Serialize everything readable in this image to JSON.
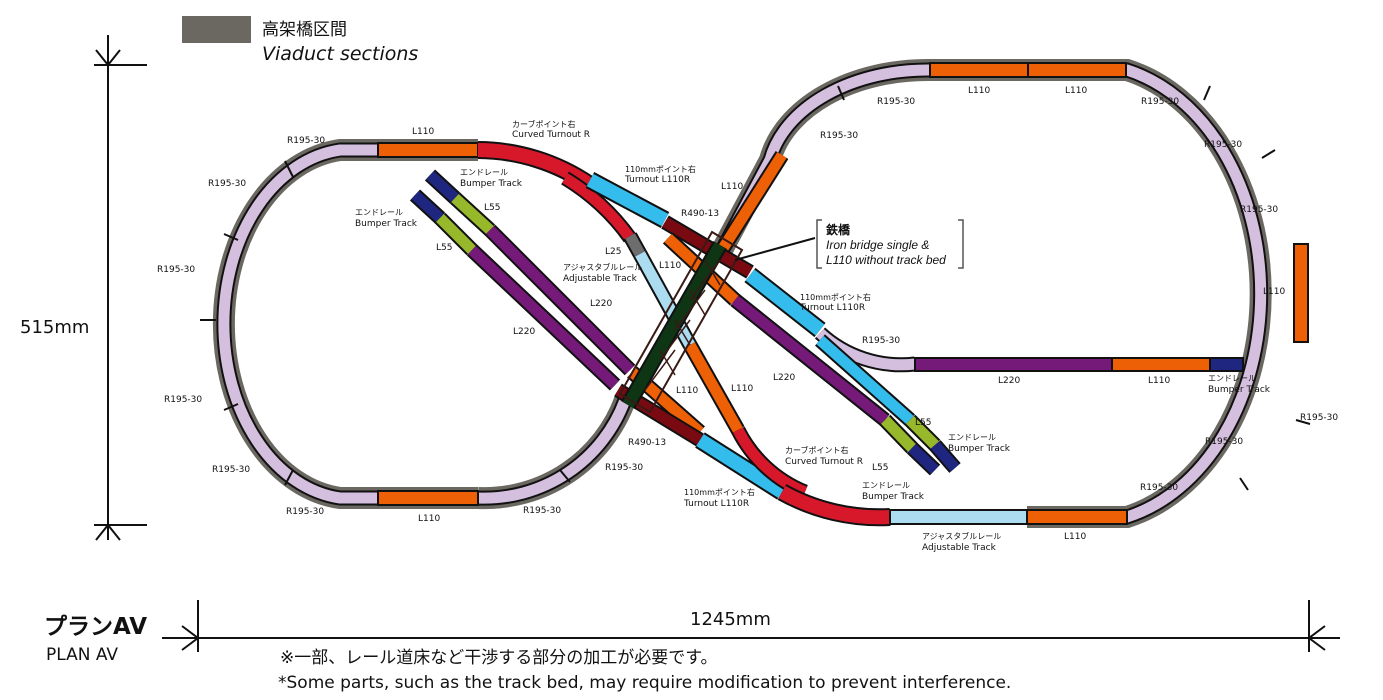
{
  "legend": {
    "viaduct_color": "#6b6862",
    "viaduct_jp": "高架橋区間",
    "viaduct_en": "Viaduct sections"
  },
  "colors": {
    "viaduct": "#6b6862",
    "R195_30": "#d5bfde",
    "L110": "#ee6006",
    "L220": "#761a7a",
    "L55": "#98b82c",
    "bumper": "#1f2680",
    "curved_turnout": "#d6182a",
    "turnout_L110R": "#34bdec",
    "R490_13": "#7a0a12",
    "adjustable": "#abdcef",
    "L25": "#6d6d6d",
    "iron_bridge": "#0e3514"
  },
  "dimensions": {
    "height": "515mm",
    "width": "1245mm"
  },
  "plan": {
    "title_jp": "プランAV",
    "title_en": "PLAN AV"
  },
  "notes": {
    "jp": "※一部、レール道床など干渉する部分の加工が必要です。",
    "en": "*Some parts, such as the track bed, may require modification to prevent interference."
  },
  "callout": {
    "jp": "鉄橋",
    "en_line1": "Iron bridge single &",
    "en_line2": "L110 without track bed"
  },
  "labels": {
    "R195": "R195-30",
    "L110": "L110",
    "L220": "L220",
    "L55": "L55",
    "L25": "L25",
    "R490": "R490-13",
    "bumper_jp": "エンドレール",
    "bumper_en": "Bumper  Track",
    "curved_jp": "カーブポイント右",
    "curved_en": "Curved Turnout R",
    "turnout_jp": "110mmポイント右",
    "turnout_en": "Turnout L110R",
    "adjust_jp": "アジャスタブルレール",
    "adjust_en": "Adjustable Track"
  }
}
